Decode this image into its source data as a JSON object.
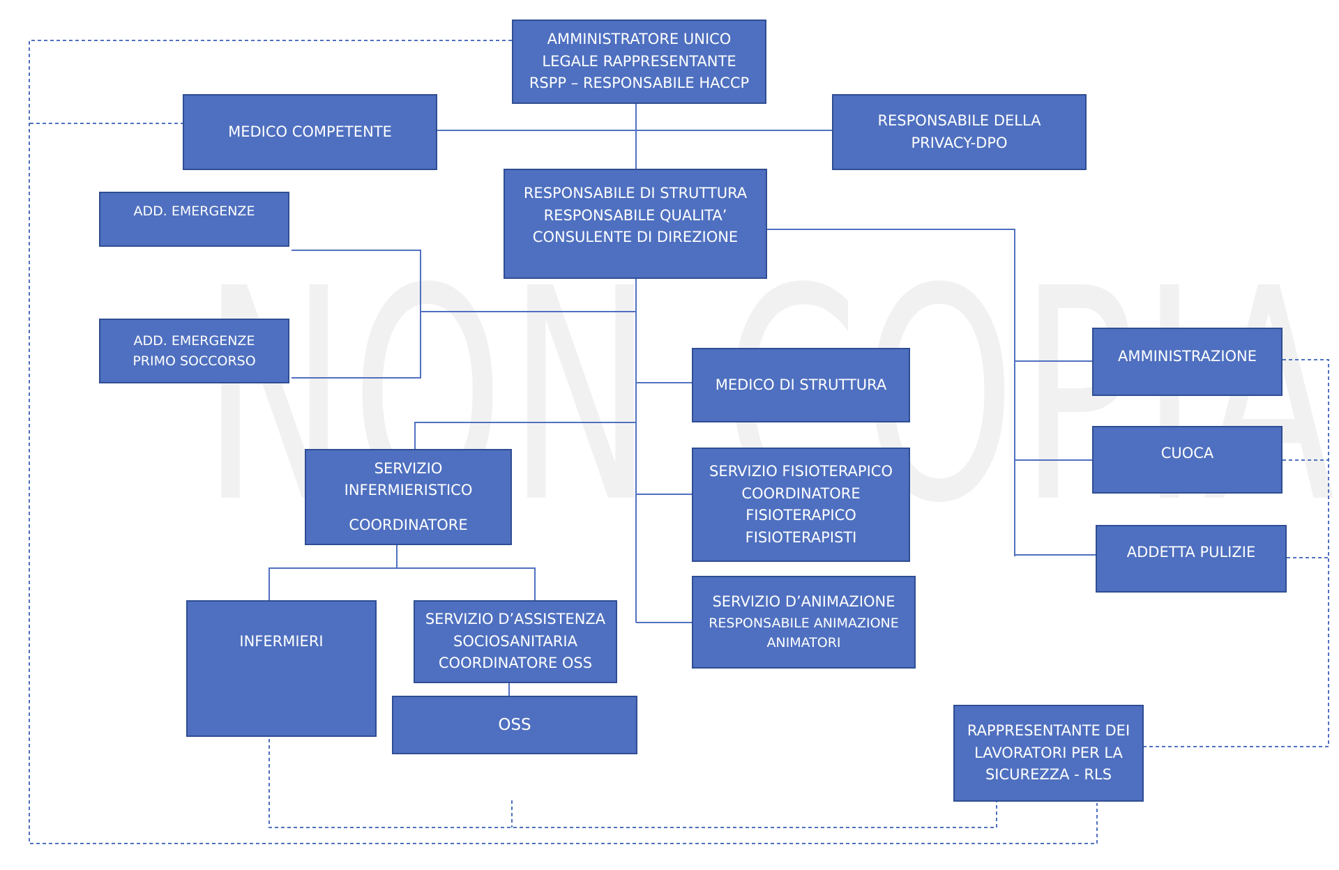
{
  "watermark": "NON COPIARE",
  "colors": {
    "box_fill": "#4f70c0",
    "box_border": "#2f4d93",
    "connector": "#4f70c0",
    "watermark": "#f1f1f1"
  },
  "nodes": {
    "amministratore": [
      "AMMINISTRATORE UNICO",
      "LEGALE RAPPRESENTANTE",
      "RSPP – RESPONSABILE HACCP"
    ],
    "medico_competente": [
      "MEDICO COMPETENTE"
    ],
    "privacy": [
      "RESPONSABILE DELLA",
      "PRIVACY-DPO"
    ],
    "struttura": [
      "RESPONSABILE DI STRUTTURA",
      "RESPONSABILE QUALITA’",
      "CONSULENTE DI DIREZIONE"
    ],
    "add_emergenze": [
      "ADD. EMERGENZE"
    ],
    "add_primo_soccorso": [
      "ADD. EMERGENZE",
      "PRIMO SOCCORSO"
    ],
    "medico_struttura": [
      "MEDICO DI STRUTTURA"
    ],
    "infermieristico": [
      "SERVIZIO",
      "INFERMIERISTICO",
      "COORDINATORE"
    ],
    "fisioterapico": [
      "SERVIZIO FISIOTERAPICO",
      "COORDINATORE",
      "FISIOTERAPICO",
      "FISIOTERAPISTI"
    ],
    "animazione": [
      "SERVIZIO D’ANIMAZIONE",
      "RESPONSABILE ANIMAZIONE",
      "ANIMATORI"
    ],
    "infermieri": [
      "INFERMIERI"
    ],
    "assistenza": [
      "SERVIZIO D’ASSISTENZA",
      "SOCIOSANITARIA",
      "COORDINATORE OSS"
    ],
    "oss": [
      "OSS"
    ],
    "amministrazione": [
      "AMMINISTRAZIONE"
    ],
    "cuoca": [
      "CUOCA"
    ],
    "pulizie": [
      "ADDETTA PULIZIE"
    ],
    "rls": [
      "RAPPRESENTANTE DEI",
      "LAVORATORI PER LA",
      "SICUREZZA - RLS"
    ]
  }
}
